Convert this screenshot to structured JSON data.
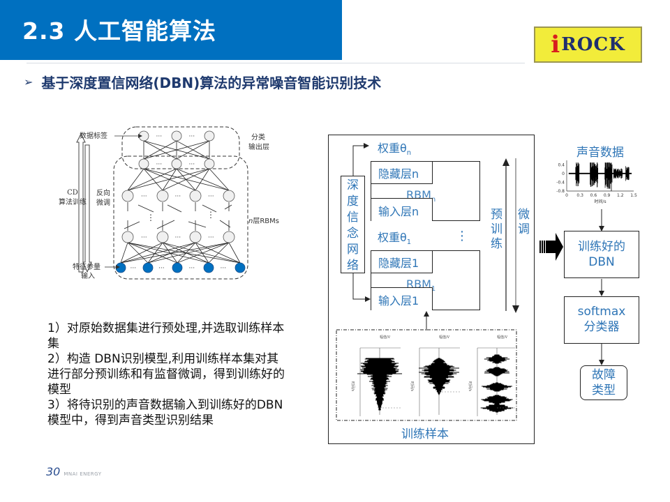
{
  "header": {
    "title": "2.3 人工智能算法",
    "logo_i": "i",
    "logo_rest": "ROCK"
  },
  "subtitle": {
    "bullet_icon": "arrow-bullet-icon",
    "text": "基于深度置信网络(DBN)算法的异常噪音智能识别技术"
  },
  "dbn_figure": {
    "label_data_tag": "数据标签",
    "label_classify_output": [
      "分类",
      "输出层"
    ],
    "label_cd_training": [
      "CD",
      "算法训练"
    ],
    "label_backprop_finetune": [
      "反向",
      "微调"
    ],
    "label_n_rbms_n": "n",
    "label_n_rbms_rest": "层RBMs",
    "label_feature_input": [
      "特征参量",
      "输入"
    ],
    "ellipsis": "···",
    "node_colors": {
      "hidden": "#f0f0f0",
      "input": "#0070c0"
    }
  },
  "steps": [
    "1）对原始数据集进行预处理,并选取训练样本集",
    "2）构造 DBN识别模型,利用训练样本集对其进行部分预训练和有监督微调，得到训练好的模型",
    "3）将待识别的声音数据输入到训练好的DBN模型中，得到声音类型识别结果"
  ],
  "right_panel": {
    "weight_n": "权重θ",
    "weight_n_sub": "n",
    "weight_1": "权重θ",
    "weight_1_sub": "1",
    "hidden_n": "隐藏层n",
    "input_n": "输入层n",
    "rbm_n": "RBM",
    "rbm_n_sub": "n",
    "hidden_1": "隐藏层1",
    "input_1": "输入层1",
    "rbm_1": "RBM",
    "rbm_1_sub": "1",
    "dbn_vertical": [
      "深",
      "度",
      "信",
      "念",
      "网",
      "络"
    ],
    "pretrain_vertical": [
      "预",
      "训",
      "练"
    ],
    "finetune_vertical": [
      "微",
      "调"
    ],
    "vdots": "⋮",
    "training_samples": "训练样本",
    "sample_axis_label": "幅值/V",
    "sample_time_label": "时间/s"
  },
  "flow": {
    "sound_data": "声音数据",
    "waveform": {
      "yticks": [
        "0.4",
        "0",
        "-0.4",
        "-0.8"
      ],
      "xticks": [
        "0",
        "0.3",
        "0.6",
        "0.9",
        "1.2",
        "1.5"
      ],
      "xlabel": "时间/s"
    },
    "trained_dbn": [
      "训练好的",
      "DBN"
    ],
    "softmax": [
      "softmax",
      "分类器"
    ],
    "fault_type": [
      "故障",
      "类型"
    ]
  },
  "footer": {
    "page_number": "30",
    "brand": "MNAI ENERGY"
  },
  "colors": {
    "title_bg": "#0070c0",
    "accent_text": "#2e75b6",
    "subtitle": "#1f3a6e",
    "logo_bg": "#f2ec3a",
    "logo_i": "#d81e1e",
    "logo_text": "#1f2f6e"
  }
}
